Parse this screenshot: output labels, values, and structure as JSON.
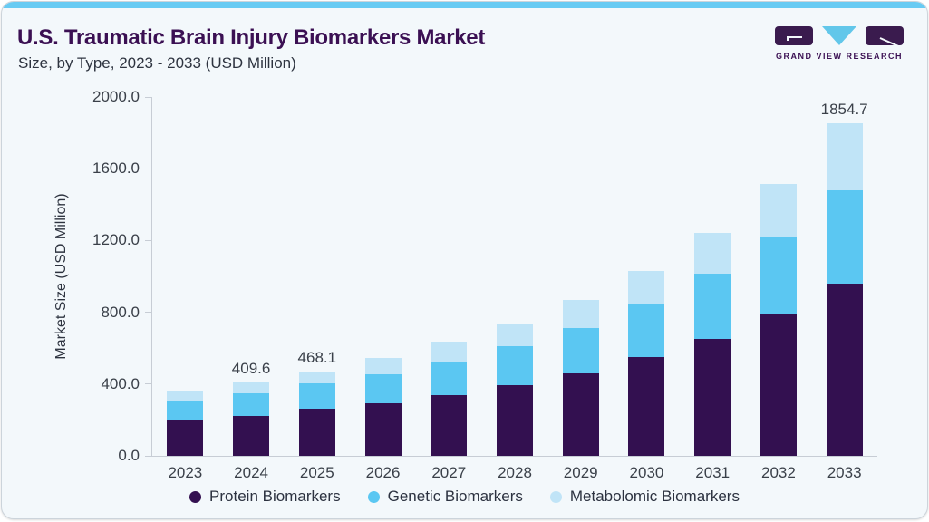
{
  "header": {
    "title": "U.S. Traumatic Brain Injury Biomarkers Market",
    "subtitle": "Size, by Type, 2023 - 2033 (USD Million)"
  },
  "logo": {
    "text": "GRAND VIEW RESEARCH"
  },
  "colors": {
    "accent_top_bar": "#68cbf3",
    "title_purple": "#3b1053",
    "logo_purple": "#3a1b4e",
    "logo_blue": "#62c7ea",
    "card_background": "#f3f8fb",
    "axis_line": "#c7cdd5",
    "protein": "#331050",
    "genetic": "#5bc7f2",
    "metabolomic": "#c0e4f7"
  },
  "chart_data": {
    "type": "bar",
    "stacked": true,
    "title": "U.S. Traumatic Brain Injury Biomarkers Market Size, by Type, 2023 - 2033 (USD Million)",
    "xlabel": "",
    "ylabel": "Market Size (USD Million)",
    "ylim": [
      0,
      2000
    ],
    "grid": false,
    "legend_position": "bottom",
    "categories": [
      "2023",
      "2024",
      "2025",
      "2026",
      "2027",
      "2028",
      "2029",
      "2030",
      "2031",
      "2032",
      "2033"
    ],
    "series": [
      {
        "name": "Protein Biomarkers",
        "color": "#331050",
        "values": [
          202.4,
          224.0,
          263.0,
          292.7,
          338.8,
          396.0,
          461.5,
          549.9,
          653.0,
          787.1,
          958.4
        ]
      },
      {
        "name": "Genetic Biomarkers",
        "color": "#5bc7f2",
        "values": [
          101.6,
          122.9,
          140.2,
          160.6,
          183.1,
          213.0,
          248.4,
          294.6,
          359.9,
          433.6,
          523.2
        ]
      },
      {
        "name": "Metabolomic Biomarkers",
        "color": "#c0e4f7",
        "values": [
          54.3,
          62.7,
          64.9,
          89.9,
          114.4,
          124.0,
          157.1,
          186.6,
          229.3,
          293.1,
          373.1
        ]
      }
    ],
    "totals": [
      358.3,
      409.6,
      468.1,
      543.2,
      636.3,
      733.0,
      867.0,
      1031.1,
      1242.2,
      1513.8,
      1854.7
    ],
    "data_labels": {
      "2024": "409.6",
      "2025": "468.1",
      "2033": "1854.7"
    },
    "yticks": [
      {
        "value": 0,
        "label": "0.0"
      },
      {
        "value": 400,
        "label": "400.0"
      },
      {
        "value": 800,
        "label": "800.0"
      },
      {
        "value": 1200,
        "label": "1200.0"
      },
      {
        "value": 1600,
        "label": "1600.0"
      },
      {
        "value": 2000,
        "label": "2000.0"
      }
    ]
  }
}
